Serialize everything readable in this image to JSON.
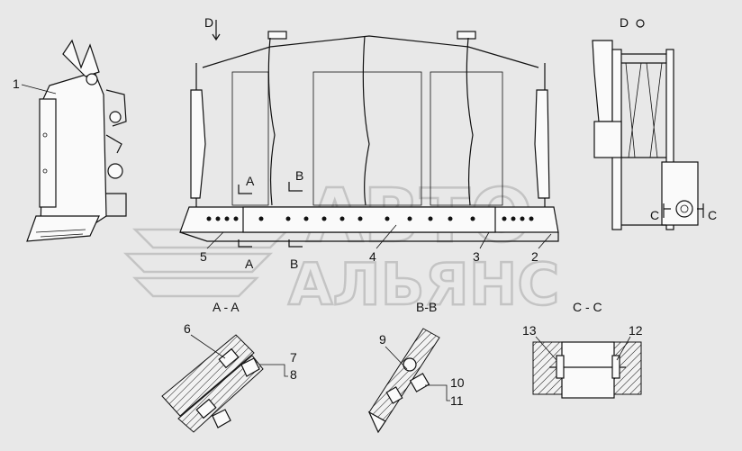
{
  "watermark": {
    "line1": "АВТО",
    "line2": "АЛЬЯНС"
  },
  "view_labels": {
    "top_left": "D",
    "top_right": "D"
  },
  "section_marks": {
    "a_top": "A",
    "a_bottom": "A",
    "b_top": "B",
    "b_bottom": "B",
    "c_left": "C",
    "c_right": "C"
  },
  "section_titles": {
    "aa": "A - A",
    "bb": "B-B",
    "cc": "C - C"
  },
  "callouts": {
    "c1": "1",
    "c2": "2",
    "c3": "3",
    "c4": "4",
    "c5": "5",
    "c6": "6",
    "c7": "7",
    "c8": "8",
    "c9": "9",
    "c10": "10",
    "c11": "11",
    "c12": "12",
    "c13": "13"
  },
  "colors": {
    "background": "#e8e8e8",
    "line": "#111111",
    "watermark": "#c4c4c4"
  }
}
